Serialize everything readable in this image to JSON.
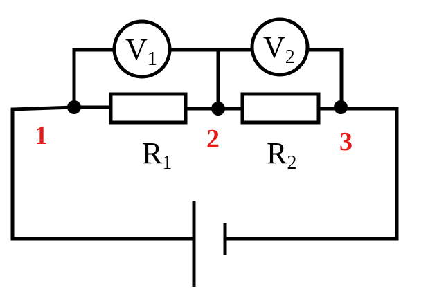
{
  "colors": {
    "wire": "#000000",
    "node_label": "#e31b1b"
  },
  "components": {
    "v1": {
      "letter": "V",
      "sub": "1"
    },
    "v2": {
      "letter": "V",
      "sub": "2"
    },
    "r1": {
      "letter": "R",
      "sub": "1"
    },
    "r2": {
      "letter": "R",
      "sub": "2"
    }
  },
  "nodes": [
    "1",
    "2",
    "3"
  ]
}
